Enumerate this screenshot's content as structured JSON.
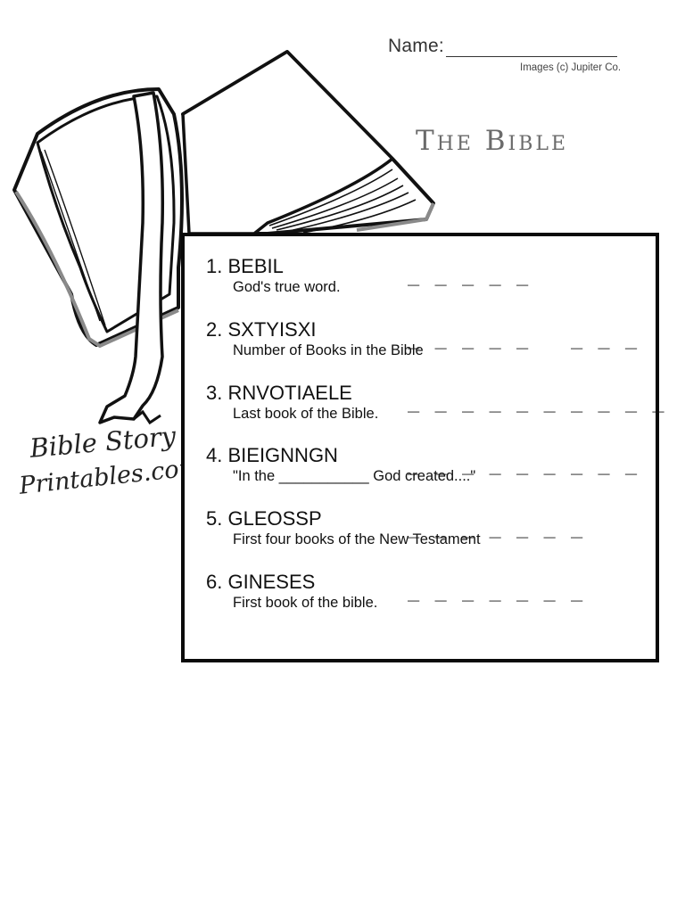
{
  "header": {
    "name_label": "Name:",
    "credit": "Images (c) Jupiter Co.",
    "title": "The Bible"
  },
  "brand": {
    "line1": "Bible Story",
    "line2": "Printables.com"
  },
  "puzzle": {
    "items": [
      {
        "number": "1.",
        "scramble": "BEBIL",
        "clue": "God's true word.",
        "blanks": "_ _ _ _ _"
      },
      {
        "number": "2.",
        "scramble": "SXTYISXI",
        "clue": "Number of Books in the Bible",
        "blanks": "_ _ _ _ _   _ _ _"
      },
      {
        "number": "3.",
        "scramble": "RNVOTIAELE",
        "clue": "Last book of the Bible.",
        "blanks": "_ _ _ _ _ _ _ _ _ _"
      },
      {
        "number": "4.",
        "scramble": "BIEIGNNGN",
        "clue": "\"In the ___________ God created....\"",
        "blanks": "_ _ _ _ _ _ _ _ _"
      },
      {
        "number": "5.",
        "scramble": "GLEOSSP",
        "clue": "First four books of the New Testament",
        "blanks": "_ _ _ _ _ _ _"
      },
      {
        "number": "6.",
        "scramble": "GINESES",
        "clue": "First book of the bible.",
        "blanks": "_ _ _ _ _ _ _"
      }
    ]
  },
  "art": {
    "icon": "open-book-icon",
    "stroke_color": "#111111",
    "edge_color": "#8a8a8a"
  }
}
